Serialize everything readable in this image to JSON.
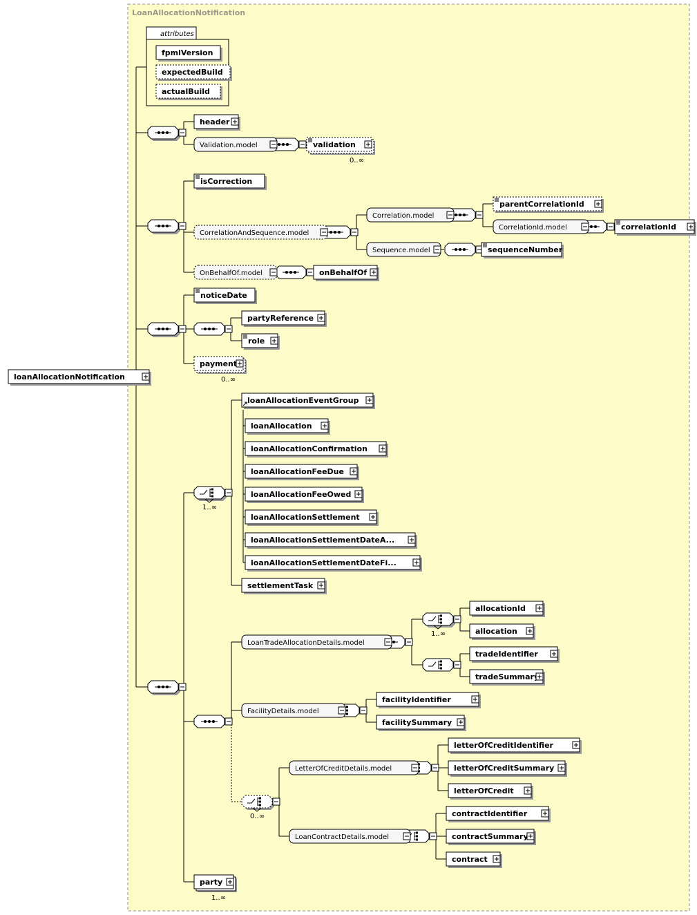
{
  "title": "LoanAllocationNotification",
  "attributes_label": "attributes",
  "colors": {
    "group_background": "#fdfcc9",
    "group_border": "#8f8f8f",
    "node_fill": "#ffffff",
    "model_fill": "#f6f6f6",
    "shadow": "#9a9a9a"
  },
  "nodes": {
    "root": "loanAllocationNotification",
    "fpmlVersion": "fpmlVersion",
    "expectedBuild": "expectedBuild",
    "actualBuild": "actualBuild",
    "header": "header",
    "validationModel": "Validation.model",
    "validation": "validation",
    "isCorrection": "isCorrection",
    "correlationAndSequenceModel": "CorrelationAndSequence.model",
    "correlationModel": "Correlation.model",
    "parentCorrelationId": "parentCorrelationId",
    "correlationIdModel": "CorrelationId.model",
    "correlationId": "correlationId",
    "sequenceModel": "Sequence.model",
    "sequenceNumber": "sequenceNumber",
    "onBehalfOfModel": "OnBehalfOf.model",
    "onBehalfOf": "onBehalfOf",
    "noticeDate": "noticeDate",
    "partyReference": "partyReference",
    "role": "role",
    "payment": "payment",
    "loanAllocationEventGroup": "loanAllocationEventGroup",
    "loanAllocation": "loanAllocation",
    "loanAllocationConfirmation": "loanAllocationConfirmation",
    "loanAllocationFeeDue": "loanAllocationFeeDue",
    "loanAllocationFeeOwed": "loanAllocationFeeOwed",
    "loanAllocationSettlement": "loanAllocationSettlement",
    "loanAllocationSettlementDateA": "loanAllocationSettlementDateA...",
    "loanAllocationSettlementDateFi": "loanAllocationSettlementDateFi...",
    "settlementTask": "settlementTask",
    "loanTradeAllocationDetailsModel": "LoanTradeAllocationDetails.model",
    "allocationId": "allocationId",
    "allocation": "allocation",
    "tradeIdentifier": "tradeIdentifier",
    "tradeSummary": "tradeSummary",
    "facilityDetailsModel": "FacilityDetails.model",
    "facilityIdentifier": "facilityIdentifier",
    "facilitySummary": "facilitySummary",
    "letterOfCreditDetailsModel": "LetterOfCreditDetails.model",
    "letterOfCreditIdentifier": "letterOfCreditIdentifier",
    "letterOfCreditSummary": "letterOfCreditSummary",
    "letterOfCredit": "letterOfCredit",
    "loanContractDetailsModel": "LoanContractDetails.model",
    "contractIdentifier": "contractIdentifier",
    "contractSummary": "contractSummary",
    "contract": "contract",
    "party": "party"
  },
  "cardinalities": {
    "validation": "0..∞",
    "payment": "0..∞",
    "eventChoice": "1..∞",
    "allocationChoice": "1..∞",
    "contractChoice": "0..∞",
    "party": "1..∞"
  }
}
